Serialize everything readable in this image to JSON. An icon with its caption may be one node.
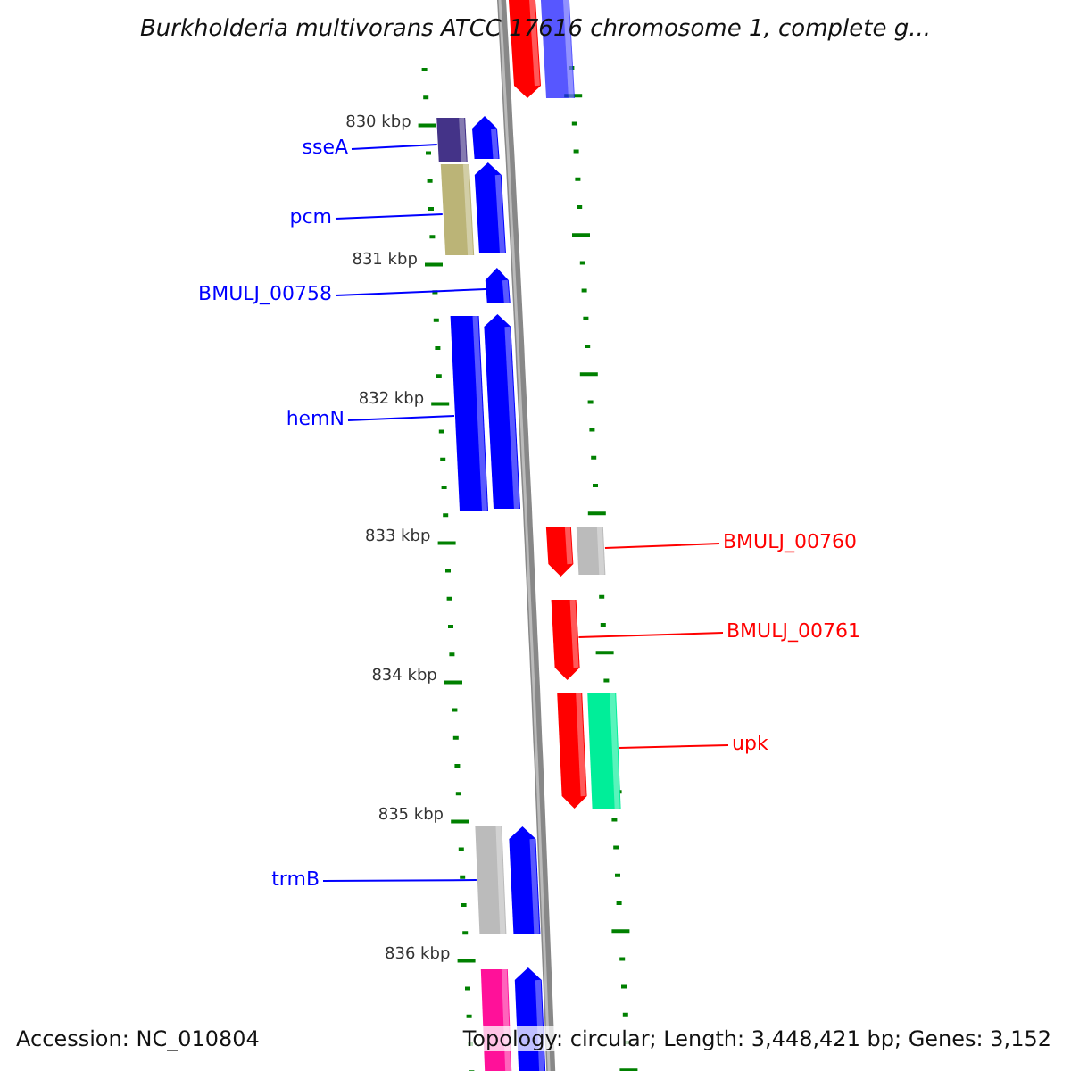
{
  "diagram": {
    "title": "Burkholderia multivorans ATCC 17616 chromosome 1, complete g...",
    "nodes": [
      {
        "text": [
          "sseA"
        ]
      },
      {
        "text": [
          "pcm"
        ]
      },
      {
        "text": [
          "BMULJ_00758"
        ]
      },
      {
        "text": [
          "hemN"
        ]
      },
      {
        "text": [
          "trmB"
        ]
      },
      {
        "text": [
          "BMULJ_00760"
        ]
      },
      {
        "text": [
          "BMULJ_00761"
        ]
      },
      {
        "text": [
          "upk"
        ]
      },
      {
        "text": [],
        "shape": "arrow"
      },
      {
        "text": [],
        "shape": "bar"
      },
      {
        "text": [],
        "shape": "bar"
      },
      {
        "text": [],
        "shape": "arrow"
      },
      {
        "text": [],
        "shape": "bar"
      },
      {
        "text": [],
        "shape": "arrow"
      },
      {
        "text": [],
        "shape": "arrow"
      },
      {
        "text": [],
        "shape": "bar"
      },
      {
        "text": [],
        "shape": "arrow"
      },
      {
        "text": [],
        "shape": "arrow"
      },
      {
        "text": [],
        "shape": "bar"
      },
      {
        "text": [],
        "shape": "arrow"
      },
      {
        "text": [],
        "shape": "arrow"
      },
      {
        "text": [],
        "shape": "bar"
      },
      {
        "text": [],
        "shape": "bar"
      },
      {
        "text": [],
        "shape": "arrow"
      },
      {
        "text": [],
        "shape": "bar"
      },
      {
        "text": [],
        "shape": "arrow"
      }
    ],
    "edges": [
      {
        "from": 0,
        "to": 10,
        "arrow": "none"
      },
      {
        "from": 1,
        "to": 12,
        "arrow": "none"
      },
      {
        "from": 2,
        "to": 14,
        "arrow": "none"
      },
      {
        "from": 3,
        "to": 15,
        "arrow": "none"
      },
      {
        "from": 4,
        "to": 22,
        "arrow": "none"
      },
      {
        "from": 5,
        "to": 18,
        "arrow": "none",
        "color": "#ff0000"
      },
      {
        "from": 6,
        "to": 19,
        "arrow": "none",
        "color": "#ff0000"
      },
      {
        "from": 7,
        "to": 21,
        "arrow": "none",
        "color": "#ff0000"
      }
    ],
    "labels": [
      "830 kbp",
      "831 kbp",
      "832 kbp",
      "833 kbp",
      "834 kbp",
      "835 kbp",
      "836 kbp",
      "Accession: NC_010804",
      "Topology: circular; Length: 3,448,421 bp; Genes: 3,152"
    ]
  }
}
